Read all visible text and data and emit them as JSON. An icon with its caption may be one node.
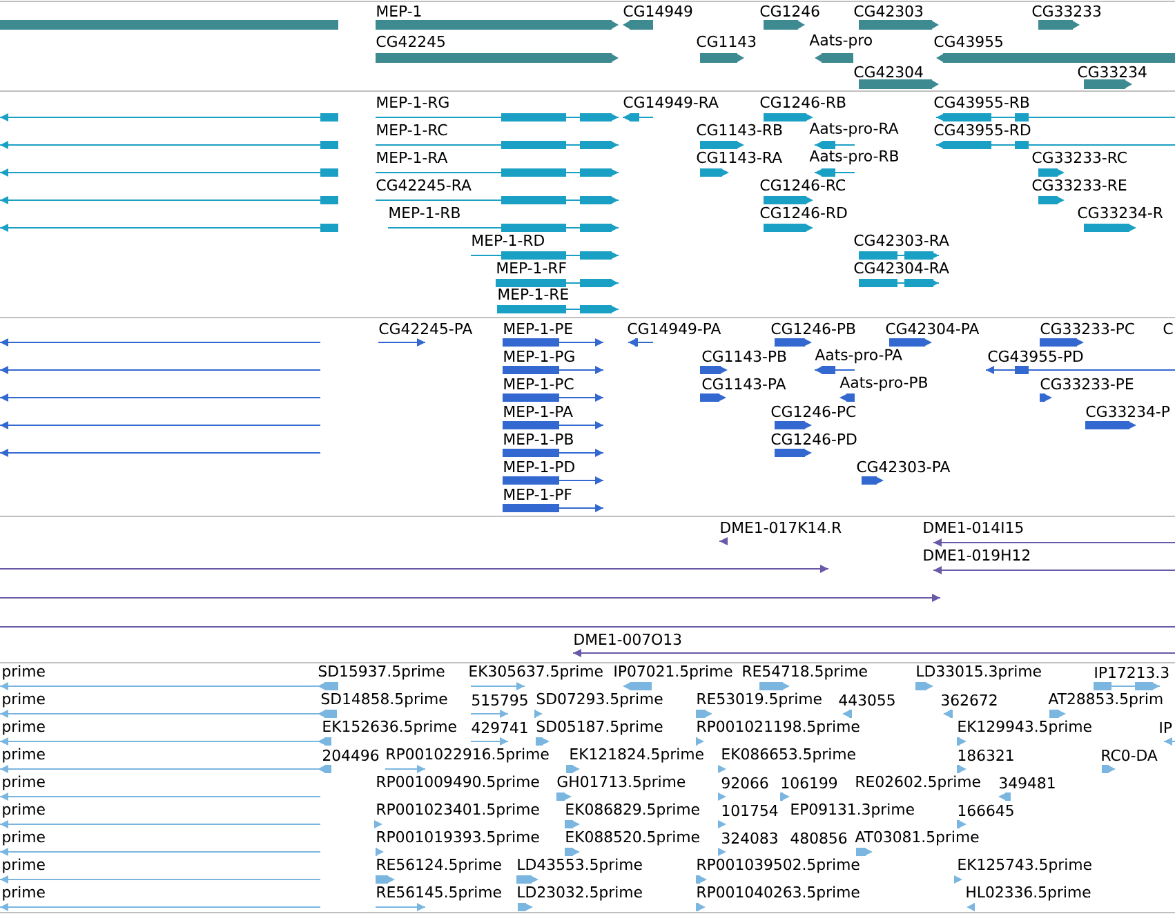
{
  "diagram": {
    "labels": [
      "MEP-1",
      "CG14949",
      "CG1246",
      "CG42303",
      "CG33233",
      "CG42245",
      "CG1143",
      "Aats-pro",
      "CG43955",
      "CG42304",
      "CG33234",
      "MEP-1-RG",
      "CG14949-RA",
      "CG1246-RB",
      "CG43955-RB",
      "MEP-1-RC",
      "CG1143-RB",
      "Aats-pro-RA",
      "CG43955-RD",
      "MEP-1-RA",
      "CG1143-RA",
      "Aats-pro-RB",
      "CG33233-RC",
      "CG42245-RA",
      "CG1246-RC",
      "CG33233-RE",
      "MEP-1-RB",
      "CG1246-RD",
      "CG33234-R",
      "MEP-1-RD",
      "CG42303-RA",
      "MEP-1-RF",
      "CG42304-RA",
      "MEP-1-RE",
      "CG42245-PA",
      "MEP-1-PE",
      "CG14949-PA",
      "CG1246-PB",
      "CG42304-PA",
      "CG33233-PC",
      "C",
      "MEP-1-PG",
      "CG1143-PB",
      "Aats-pro-PA",
      "CG43955-PD",
      "MEP-1-PC",
      "CG1143-PA",
      "Aats-pro-PB",
      "CG33233-PE",
      "MEP-1-PA",
      "CG1246-PC",
      "CG33234-P",
      "MEP-1-PB",
      "CG1246-PD",
      "MEP-1-PD",
      "CG42303-PA",
      "MEP-1-PF",
      "DME1-017K14.R",
      "DME1-014I15",
      "DME1-019H12",
      "DME1-007O13",
      "prime",
      "SD15937.5prime",
      "EK305637.5prime",
      "IP07021.5prime",
      "RE54718.5prime",
      "LD33015.3prime",
      "IP17213.3",
      "prime",
      "SD14858.5prime",
      "515795",
      "SD07293.5prime",
      "RE53019.5prime",
      "443055",
      "362672",
      "AT28853.5prim",
      "prime",
      "EK152636.5prime",
      "429741",
      "SD05187.5prime",
      "RP001021198.5prime",
      "EK129943.5prime",
      "IP",
      "prime",
      "204496",
      "RP001022916.5prime",
      "EK121824.5prime",
      "EK086653.5prime",
      "186321",
      "RC0-DA",
      "prime",
      "RP001009490.5prime",
      "GH01713.5prime",
      "92066",
      "106199",
      "RE02602.5prime",
      "349481",
      "prime",
      "RP001023401.5prime",
      "EK086829.5prime",
      "101754",
      "EP09131.3prime",
      "166645",
      "prime",
      "RP001019393.5prime",
      "EK088520.5prime",
      "324083",
      "480856",
      "AT03081.5prime",
      "prime",
      "RE56124.5prime",
      "LD43553.5prime",
      "RP001039502.5prime",
      "EK125743.5prime",
      "prime",
      "RE56145.5prime",
      "LD23032.5prime",
      "RP001040263.5prime",
      "HL02336.5prime"
    ]
  }
}
